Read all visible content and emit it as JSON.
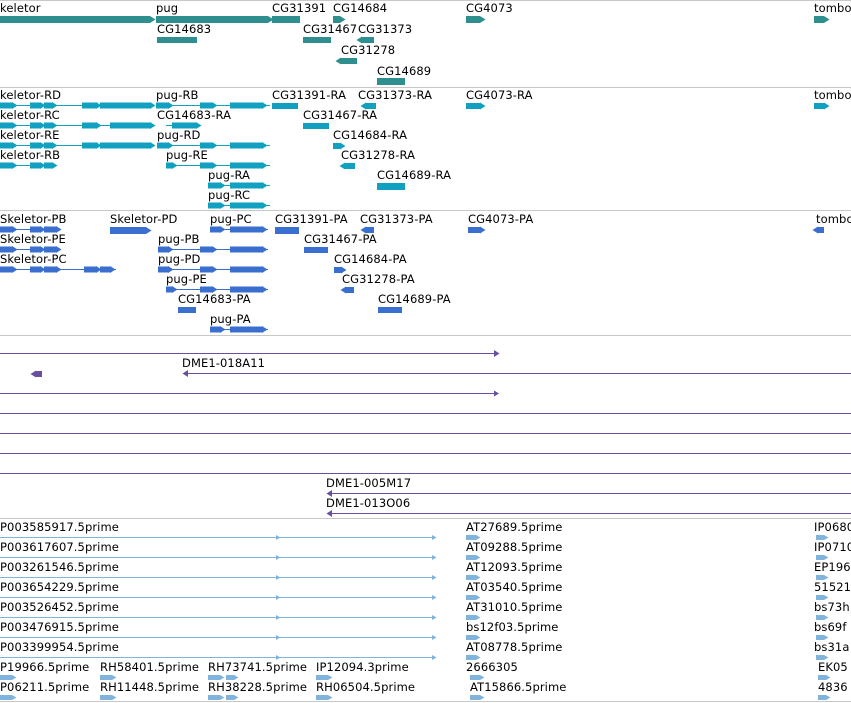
{
  "colors": {
    "gene": "#2f8f8f",
    "mrna": "#12a0c0",
    "protein": "#3a6fd0",
    "clone": "#6a4fa0",
    "est": "#80b4dc",
    "divider": "#c8c8c8"
  },
  "tracks": {
    "gene": {
      "labels": [
        {
          "id": "skeletor",
          "text": "keletor"
        },
        {
          "id": "pug",
          "text": "pug"
        },
        {
          "id": "cg31391",
          "text": "CG31391"
        },
        {
          "id": "cg14684",
          "text": "CG14684"
        },
        {
          "id": "cg4073",
          "text": "CG4073"
        },
        {
          "id": "tombo",
          "text": "tombo"
        },
        {
          "id": "cg14683",
          "text": "CG14683"
        },
        {
          "id": "cg31467",
          "text": "CG31467"
        },
        {
          "id": "cg31373",
          "text": "CG31373"
        },
        {
          "id": "cg31278",
          "text": "CG31278"
        },
        {
          "id": "cg14689",
          "text": "CG14689"
        }
      ]
    },
    "mrna": {
      "labels": [
        {
          "id": "skeletor-rd",
          "text": "keletor-RD"
        },
        {
          "id": "pug-rb",
          "text": "pug-RB"
        },
        {
          "id": "cg31391-ra",
          "text": "CG31391-RA"
        },
        {
          "id": "cg31373-ra",
          "text": "CG31373-RA"
        },
        {
          "id": "cg4073-ra",
          "text": "CG4073-RA"
        },
        {
          "id": "tombo-r",
          "text": "tombo"
        },
        {
          "id": "skeletor-rc",
          "text": "keletor-RC"
        },
        {
          "id": "cg14683-ra",
          "text": "CG14683-RA"
        },
        {
          "id": "cg31467-ra",
          "text": "CG31467-RA"
        },
        {
          "id": "skeletor-re",
          "text": "keletor-RE"
        },
        {
          "id": "pug-rd",
          "text": "pug-RD"
        },
        {
          "id": "cg14684-ra",
          "text": "CG14684-RA"
        },
        {
          "id": "skeletor-rb",
          "text": "keletor-RB"
        },
        {
          "id": "pug-re",
          "text": "pug-RE"
        },
        {
          "id": "cg31278-ra",
          "text": "CG31278-RA"
        },
        {
          "id": "pug-ra",
          "text": "pug-RA"
        },
        {
          "id": "cg14689-ra",
          "text": "CG14689-RA"
        },
        {
          "id": "pug-rc",
          "text": "pug-RC"
        }
      ]
    },
    "protein": {
      "labels": [
        {
          "id": "skeletor-pb",
          "text": "Skeletor-PB"
        },
        {
          "id": "skeletor-pd",
          "text": "Skeletor-PD"
        },
        {
          "id": "pug-pc",
          "text": "pug-PC"
        },
        {
          "id": "cg31391-pa",
          "text": "CG31391-PA"
        },
        {
          "id": "cg31373-pa",
          "text": "CG31373-PA"
        },
        {
          "id": "cg4073-pa",
          "text": "CG4073-PA"
        },
        {
          "id": "tombo-p",
          "text": "tombo"
        },
        {
          "id": "skeletor-pe",
          "text": "Skeletor-PE"
        },
        {
          "id": "pug-pb",
          "text": "pug-PB"
        },
        {
          "id": "cg31467-pa",
          "text": "CG31467-PA"
        },
        {
          "id": "skeletor-pc",
          "text": "Skeletor-PC"
        },
        {
          "id": "pug-pd",
          "text": "pug-PD"
        },
        {
          "id": "cg14684-pa",
          "text": "CG14684-PA"
        },
        {
          "id": "pug-pe",
          "text": "pug-PE"
        },
        {
          "id": "cg31278-pa",
          "text": "CG31278-PA"
        },
        {
          "id": "cg14683-pa",
          "text": "CG14683-PA"
        },
        {
          "id": "cg14689-pa",
          "text": "CG14689-PA"
        },
        {
          "id": "pug-pa",
          "text": "pug-PA"
        }
      ]
    },
    "clone": {
      "labels": [
        {
          "id": "dme1-018a11",
          "text": "DME1-018A11"
        },
        {
          "id": "dme1-005m17",
          "text": "DME1-005M17"
        },
        {
          "id": "dme1-013o06",
          "text": "DME1-013O06"
        }
      ]
    },
    "est": {
      "labels": [
        {
          "id": "p003585917",
          "text": "P003585917.5prime"
        },
        {
          "id": "at27689",
          "text": "AT27689.5prime"
        },
        {
          "id": "ip0680",
          "text": "IP0680"
        },
        {
          "id": "p003617607",
          "text": "P003617607.5prime"
        },
        {
          "id": "at09288",
          "text": "AT09288.5prime"
        },
        {
          "id": "ip0710",
          "text": "IP0710"
        },
        {
          "id": "p003261546",
          "text": "P003261546.5prime"
        },
        {
          "id": "at12093",
          "text": "AT12093.5prime"
        },
        {
          "id": "ep196",
          "text": "EP196"
        },
        {
          "id": "p003654229",
          "text": "P003654229.5prime"
        },
        {
          "id": "at03540",
          "text": "AT03540.5prime"
        },
        {
          "id": "n51521",
          "text": "51521"
        },
        {
          "id": "p003526452",
          "text": "P003526452.5prime"
        },
        {
          "id": "at31010",
          "text": "AT31010.5prime"
        },
        {
          "id": "bs73h",
          "text": "bs73h"
        },
        {
          "id": "p003476915",
          "text": "P003476915.5prime"
        },
        {
          "id": "bs12f03",
          "text": "bs12f03.5prime"
        },
        {
          "id": "bs69f",
          "text": "bs69f"
        },
        {
          "id": "p003399954",
          "text": "P003399954.5prime"
        },
        {
          "id": "at08778",
          "text": "AT08778.5prime"
        },
        {
          "id": "bs31a",
          "text": "bs31a"
        },
        {
          "id": "p19966",
          "text": "P19966.5prime"
        },
        {
          "id": "rh58401",
          "text": "RH58401.5prime"
        },
        {
          "id": "rh73741",
          "text": "RH73741.5prime"
        },
        {
          "id": "ip12094",
          "text": "IP12094.3prime"
        },
        {
          "id": "n2666305",
          "text": "2666305"
        },
        {
          "id": "ek05",
          "text": "EK05"
        },
        {
          "id": "p06211",
          "text": "P06211.5prime"
        },
        {
          "id": "rh11448",
          "text": "RH11448.5prime"
        },
        {
          "id": "rh38228",
          "text": "RH38228.5prime"
        },
        {
          "id": "rh06504",
          "text": "RH06504.5prime"
        },
        {
          "id": "at15866",
          "text": "AT15866.5prime"
        },
        {
          "id": "n4836",
          "text": "4836"
        }
      ]
    }
  }
}
